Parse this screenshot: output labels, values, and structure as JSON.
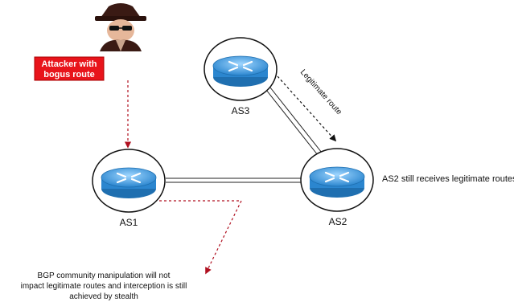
{
  "attacker": {
    "line1": "Attacker with",
    "line2": "bogus route",
    "box_color": "#e8141b",
    "icon": "hacker-icon"
  },
  "routers": {
    "as1": {
      "label": "AS1",
      "icon": "router-icon"
    },
    "as2": {
      "label": "AS2",
      "icon": "router-icon"
    },
    "as3": {
      "label": "AS3",
      "icon": "router-icon"
    },
    "router_color": "#3aa3e6"
  },
  "legit_route_label": "Legitimate route",
  "as2_note": "AS2 still receives legitimate routes",
  "bottom_note": {
    "line1": "BGP community manipulation will not",
    "line2": "impact legitimate routes and interception is still",
    "line3": "achieved by stealth"
  },
  "colors": {
    "attack_arrow": "#b01020",
    "legit_arrow": "#111111"
  }
}
